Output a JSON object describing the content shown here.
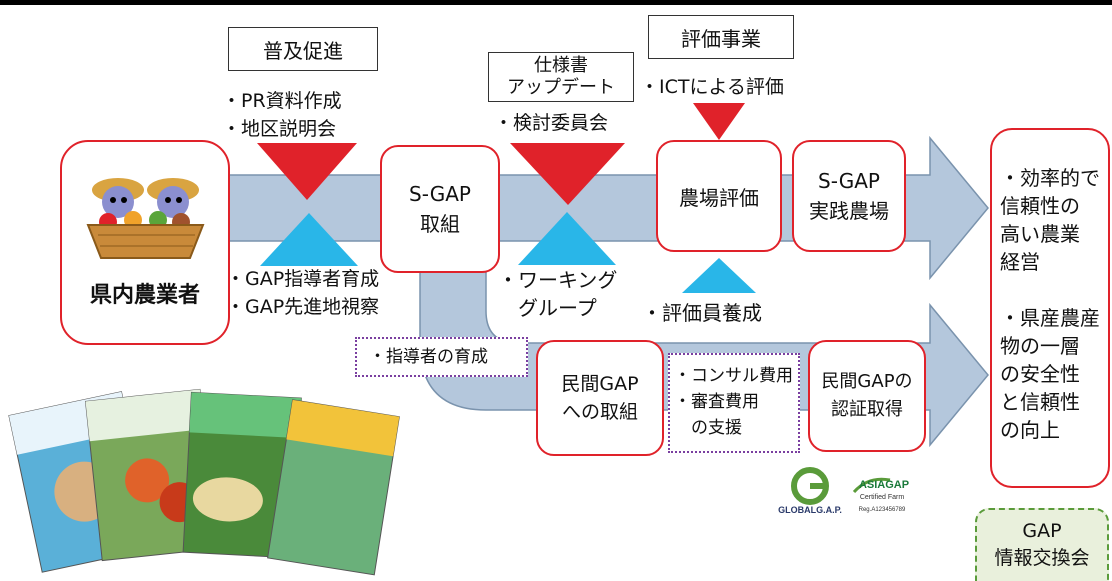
{
  "colors": {
    "red": "#e0222a",
    "blue_arrow": "#b4c7dc",
    "blue_triangle": "#29b6e8",
    "purple_dotted": "#7a3fa0",
    "green_dashed": "#5a9b3a"
  },
  "farmers": {
    "label": "県内農業者"
  },
  "promotion": {
    "title": "普及促進",
    "items": [
      "・PR資料作成",
      "・地区説明会"
    ]
  },
  "training": {
    "items": [
      "・GAP指導者育成",
      "・GAP先進地視察"
    ]
  },
  "sgap_initiative": {
    "label": "S-GAP\n取組"
  },
  "spec_update": {
    "title": "仕様書\nアップデート",
    "items": [
      "・検討委員会"
    ]
  },
  "working_group": {
    "label": "・ワーキング\n　グループ"
  },
  "evaluation": {
    "title": "評価事業",
    "items": [
      "・ICTによる評価"
    ]
  },
  "farm_evaluation": {
    "label": "農場評価"
  },
  "evaluator_training": {
    "label": "・評価員養成"
  },
  "sgap_practice": {
    "label": "S-GAP\n実践農場"
  },
  "outcomes": {
    "items": [
      "・効率的で\n信頼性の\n高い農業\n経営",
      "・県産農産\n物の一層\nの安全性\nと信頼性\nの向上"
    ]
  },
  "instructor_training": {
    "label": "・指導者の育成"
  },
  "private_gap": {
    "label": "民間GAP\nへの取組"
  },
  "consulting_support": {
    "label": "・コンサル費用\n・審査費用\n　の支援"
  },
  "private_cert": {
    "label": "民間GAPの\n認証取得"
  },
  "logos": {
    "globalgap": "GLOBALG.A.P.",
    "asiagap_title": "ASIAGAP",
    "asiagap_sub": "Certified Farm",
    "asiagap_reg": "Reg.A123456789"
  },
  "gap_exchange": {
    "label": "GAP\n情報交換会"
  }
}
